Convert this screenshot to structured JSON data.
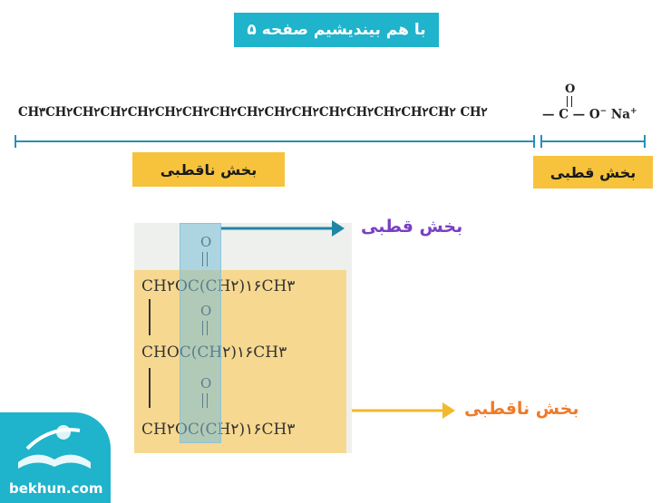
{
  "header": {
    "title": "با هم بیندیشیم صفحه ۵"
  },
  "formula": {
    "chain": "CH٣CH٢CH٢CH٢CH٢CH٢CH٢CH٢CH٢CH٢CH٢CH٢CH٢CH٢CH٢CH٢ CH٢",
    "carbonyl_o": "O",
    "tail_1": "— C — O",
    "tail_minus": "−",
    "tail_na": " Na",
    "tail_plus": "+"
  },
  "labels": {
    "nonpolar_box": "بخش ناقطبی",
    "polar_box": "بخش قطبی",
    "polar_arrow": "بخش قطبی",
    "nonpolar_arrow": "بخش ناقطبی"
  },
  "triglyceride": {
    "o_top": "O",
    "o_mid": "O",
    "o_bot": "O",
    "row1": "CH٢OC(CH٢)١۶CH٣",
    "row2": "CHOC(CH٢)١۶CH٣",
    "row3": "CH٢OC(CH٢)١۶CH٣"
  },
  "logo": {
    "site": "bekhun.com"
  },
  "colors": {
    "accent": "#1fb3cc",
    "label_yellow": "#f7c33c",
    "polar_text": "#7a3fc4",
    "nonpolar_text": "#f07a28",
    "bracket": "#2a8fb5",
    "arrow_polar": "#1f86a6",
    "arrow_nonpolar": "#f2b92b"
  }
}
